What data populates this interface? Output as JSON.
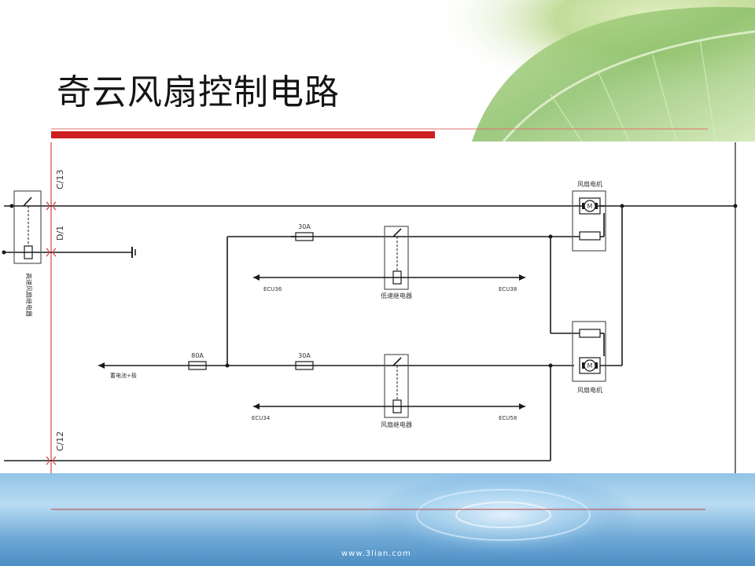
{
  "slide": {
    "title": "奇云风扇控制电路",
    "footer_url": "www.3lian.com",
    "accent_color": "#cc1f1f",
    "top_line_color": "#e07070"
  },
  "diagram": {
    "connectors": {
      "c13": "C/13",
      "d1": "D/1",
      "c12": "C/12"
    },
    "relays": {
      "high_speed": "高速风扇继电器",
      "low_speed": "低速继电器",
      "fan_relay": "风扇继电器"
    },
    "fuses": {
      "fuse_top": "30A",
      "fuse_bottom": "30A",
      "fuse_main": "80A"
    },
    "motors": {
      "top": "风扇电机",
      "bottom": "风扇电机",
      "symbol": "M"
    },
    "signals": {
      "top_left": "ECU36",
      "top_right": "ECU38",
      "bottom_left": "ECU34",
      "bottom_right": "ECU58",
      "main_feed": "蓄电池+极"
    }
  }
}
